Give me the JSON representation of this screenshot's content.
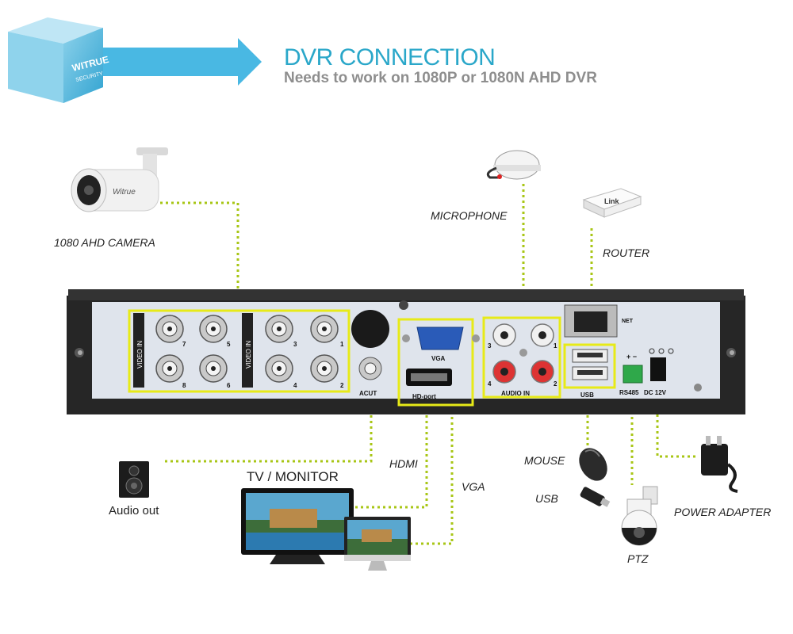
{
  "header": {
    "brand_name": "WITRUE",
    "brand_sub": "SECURITY",
    "title": "DVR CONNECTION",
    "subtitle": "Needs to work on 1080P or 1080N AHD DVR"
  },
  "devices": {
    "camera": "1080 AHD CAMERA",
    "camera_brand": "Witrue",
    "microphone": "MICROPHONE",
    "router": "ROUTER",
    "router_brand": "Link",
    "audio_out": "Audio out",
    "tv_monitor": "TV / MONITOR",
    "hdmi": "HDMI",
    "vga": "VGA",
    "mouse": "MOUSE",
    "usb": "USB",
    "ptz": "PTZ",
    "power_adapter": "POWER ADAPTER"
  },
  "dvr_panel": {
    "video_in": "VIDEO IN",
    "ch7": "7",
    "ch5": "5",
    "ch3": "3",
    "ch1": "1",
    "ch8": "8",
    "ch6": "6",
    "ch4": "4",
    "ch2": "2",
    "acut": "ACUT",
    "vga": "VGA",
    "hd_port": "HD-port",
    "audio_in": "AUDIO IN",
    "a3": "3",
    "a1": "1",
    "a4": "4",
    "a2": "2",
    "net": "NET",
    "usb": "USB",
    "rs485": "RS485",
    "dc12v": "DC 12V",
    "plus_minus": "+ −"
  },
  "colors": {
    "accent": "#2aa7c9",
    "highlight": "#e7ea18",
    "connector": "#a8c616",
    "panel": "#dfe4ec"
  }
}
